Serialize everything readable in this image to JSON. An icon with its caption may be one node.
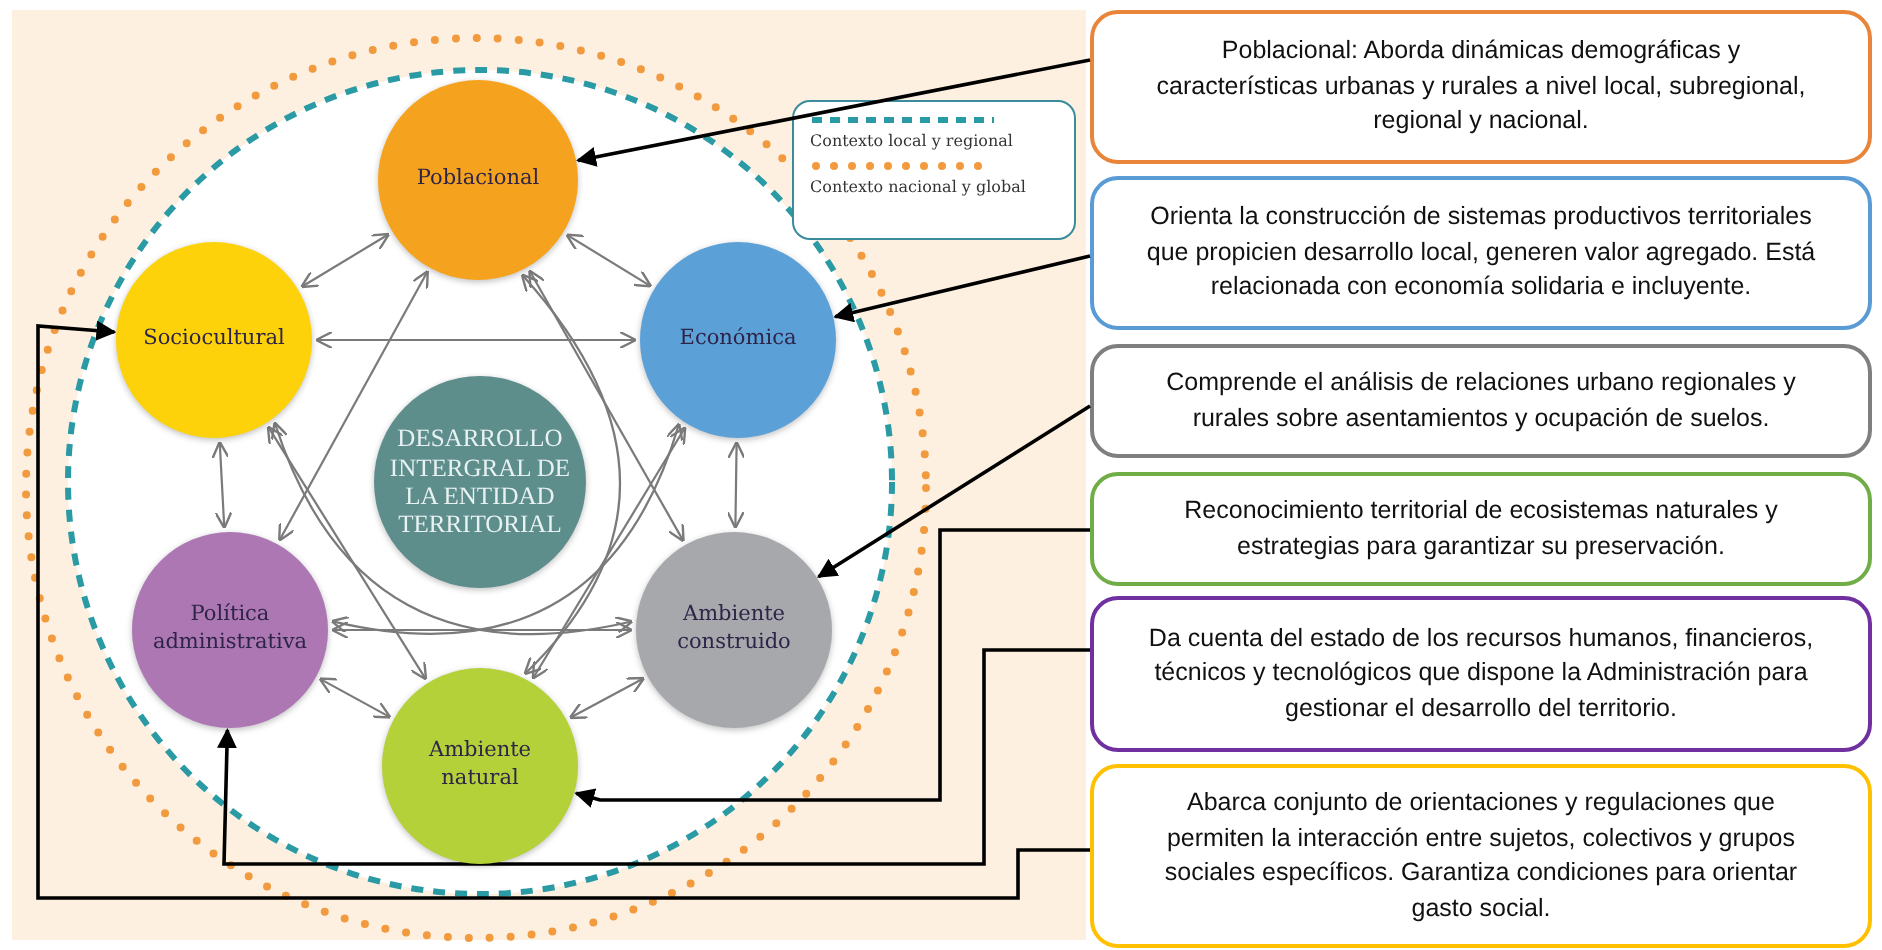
{
  "diagram": {
    "nodes": [
      {
        "text": [
          "Poblacional"
        ]
      },
      {
        "text": [
          "Sociocultural"
        ]
      },
      {
        "text": [
          "Económica"
        ]
      },
      {
        "text": [
          "DESARROLLO INTERGRAL DE LA ENTIDAD TERRITORIAL"
        ]
      },
      {
        "text": [
          "Política administrativa"
        ]
      },
      {
        "text": [
          "Ambiente construido"
        ]
      },
      {
        "text": [
          "Ambiente natural"
        ]
      },
      {
        "text": [
          "Poblacional: Aborda dinámicas demográficas y características urbanas y rurales a nivel local, subregional, regional y nacional."
        ]
      },
      {
        "text": [
          "Orienta la construcción de sistemas productivos territoriales que propicien desarrollo local, generen valor agregado. Está relacionada con economía solidaria e incluyente."
        ]
      },
      {
        "text": [
          "Comprende el análisis de relaciones urbano regionales y rurales sobre asentamientos y ocupación de suelos."
        ]
      },
      {
        "text": [
          "Reconocimiento territorial de ecosistemas naturales y estrategias para garantizar su preservación."
        ]
      },
      {
        "text": [
          "Da cuenta del estado de los recursos humanos, financieros, técnicos y tecnológicos que dispone la Administración para gestionar el desarrollo del territorio."
        ]
      },
      {
        "text": [
          "Abarca conjunto de orientaciones y regulaciones que permiten la interacción entre sujetos, colectivos y grupos sociales específicos. Garantiza condiciones para orientar gasto social."
        ]
      }
    ],
    "edges": [
      {
        "from": 0,
        "to": 1,
        "arrow": "both"
      },
      {
        "from": 0,
        "to": 2,
        "arrow": "both"
      },
      {
        "from": 1,
        "to": 2,
        "arrow": "both"
      },
      {
        "from": 1,
        "to": 4,
        "arrow": "both"
      },
      {
        "from": 2,
        "to": 5,
        "arrow": "both"
      },
      {
        "from": 4,
        "to": 5,
        "arrow": "both"
      },
      {
        "from": 4,
        "to": 6,
        "arrow": "both"
      },
      {
        "from": 6,
        "to": 5,
        "arrow": "both"
      },
      {
        "from": 0,
        "to": 6,
        "arrow": "both"
      },
      {
        "from": 0,
        "to": 4,
        "arrow": "both"
      },
      {
        "from": 0,
        "to": 5,
        "arrow": "both"
      },
      {
        "from": 1,
        "to": 5,
        "arrow": "both"
      },
      {
        "from": 1,
        "to": 6,
        "arrow": "both"
      },
      {
        "from": 2,
        "to": 4,
        "arrow": "both"
      },
      {
        "from": 2,
        "to": 6,
        "arrow": "both"
      },
      {
        "from": 7,
        "to": 0,
        "arrow": "to",
        "color": "#000000"
      },
      {
        "from": 8,
        "to": 2,
        "arrow": "to",
        "color": "#000000"
      },
      {
        "from": 9,
        "to": 5,
        "arrow": "to",
        "color": "#000000"
      },
      {
        "from": 10,
        "to": 6,
        "arrow": "to",
        "color": "#000000"
      },
      {
        "from": 11,
        "to": 4,
        "arrow": "to",
        "color": "#000000"
      },
      {
        "from": 12,
        "to": 1,
        "arrow": "to",
        "color": "#000000"
      }
    ],
    "legend": [
      {
        "text": "Contexto local y regional"
      },
      {
        "text": "Contexto nacional y global"
      }
    ]
  }
}
